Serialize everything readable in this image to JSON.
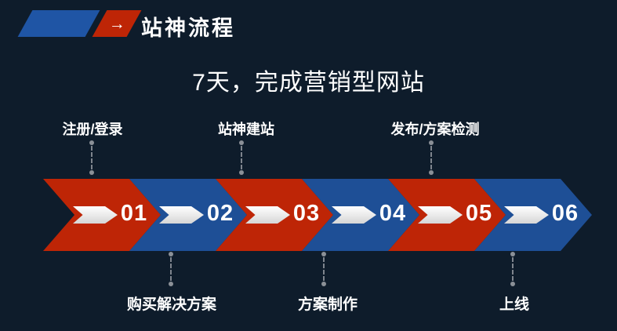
{
  "colors": {
    "background": "#0E1C2B",
    "chevron_red": "#BE2506",
    "chevron_blue": "#1E4F96",
    "header_blue": "#1F55A5",
    "connector_gray": "#8B9097",
    "text_white": "#FFFFFF"
  },
  "header": {
    "title": "站神流程",
    "arrow_icon": "→"
  },
  "subtitle": "7天，完成营销型网站",
  "process": {
    "steps": [
      {
        "number": "01",
        "color": "red",
        "label": "注册/登录",
        "label_position": "top"
      },
      {
        "number": "02",
        "color": "blue",
        "label": "购买解决方案",
        "label_position": "bottom"
      },
      {
        "number": "03",
        "color": "red",
        "label": "站神建站",
        "label_position": "top"
      },
      {
        "number": "04",
        "color": "blue",
        "label": "方案制作",
        "label_position": "bottom"
      },
      {
        "number": "05",
        "color": "red",
        "label": "发布/方案检测",
        "label_position": "top"
      },
      {
        "number": "06",
        "color": "blue",
        "label": "上线",
        "label_position": "bottom"
      }
    ]
  }
}
